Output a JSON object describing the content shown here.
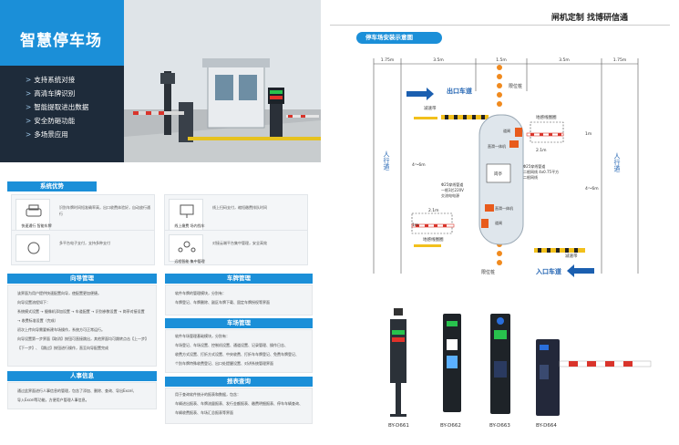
{
  "left": {
    "title": "智慧停车场",
    "features": [
      "支持系统对接",
      "高清车牌识别",
      "智能提取进出数据",
      "安全防砸功能",
      "多场景应用"
    ],
    "advantages_title": "系统优势",
    "advantages": [
      {
        "label": "快速通行 智能车牌",
        "text": "识别车牌时间短准确率高，出口收费体验好，自动放行通行"
      },
      {
        "label": "线上缴费 场内找车",
        "text": "线上扫码支付，缩短缴费排队时间"
      },
      {
        "label": "",
        "text": "多平台电子支付，支持多种支付"
      },
      {
        "label": "远程智能 集中管理",
        "text": "对接云端平台集中管理，安全高效"
      }
    ],
    "guide_title": "向导管理",
    "guide_lines": [
      "该界面为用户提供快速配置向导，使配置更加便捷。",
      "向导设置流程如下：",
      "系统模式设置 → 摄像机添加设置 → 车道配置 → 识别参数设置 → 岗亭对接设置",
      "→ 收费标准设置（完成）",
      "初次上传向导需要新建车场操作，系统方可正常运行。",
      "向导设置第一步界面【取消】按钮可直接跳出，其他界面均可跳转点击【上一步】",
      "【下一步】、【跳过】按钮进行操作，直至向导配置完成"
    ],
    "personnel_title": "人事信息",
    "personnel_lines": [
      "通过此界面进行人事信息的管理，包含了添加、删除、查询、导出Excel、",
      "导入Excel等功能，方便用户管理人事信息。"
    ],
    "vehicle_title": "车牌管理",
    "vehicle_lines": [
      "软件车牌的管理模块，分别有：",
      "车牌登记、车牌删除、副区车牌下载、固定车牌授权等界面"
    ],
    "site_title": "车场管理",
    "site_lines": [
      "软件车场管理基础模块，分别有：",
      "车场登记、车场设置、控制机设置、通道设置、记录管理、操作日志、",
      "收费方式设置、打折方式设置、中央收费、打折车车牌登记、免费车牌登记、",
      "个别车牌特殊收费登记、出口处提醒设置、对讲系统管理界面"
    ],
    "report_title": "报表查询",
    "report_lines": [
      "用于查询软件统计的报表和数据，包含：",
      "车辆进出报表、车牌流量报表、发行金额报表、缴费明细报表、停车车辆查询、",
      "车辆收费报表、车场汇总报表等界面"
    ]
  },
  "right": {
    "brand": "闸机定制 找博研信通",
    "diagram_title": "停车场安装示意图",
    "dims": [
      "1.75m",
      "3.5m",
      "1.5m",
      "3.5m",
      "1.75m"
    ],
    "labels": {
      "exit_lane": "出口车道",
      "entry_lane": "入口车道",
      "sidewalk_left": "人行道",
      "sidewalk_right": "人行道",
      "bollard_top": "限位桩",
      "bollard_bottom": "限位桩",
      "speed_bump_1": "减速带",
      "speed_bump_2": "减速带",
      "loop_1": "地感线圈圈",
      "loop_2": "地感线圈圈",
      "barrier_1": "道闸",
      "barrier_2": "道闸",
      "camera_1": "直滑一体机",
      "camera_2": "直滑一体机",
      "booth": "岗亭",
      "pipe_1": "Φ25穿线管道",
      "pipe_1b": "一根3芯220V",
      "pipe_1c": "交流电电源",
      "pipe_2": "Φ25穿线管道",
      "pipe_2b": "二根网线",
      "pipe_3": "Φ25穿线管道",
      "pipe_3b": "二根网线 4x0.75平方",
      "dim_4_6": "4～6m",
      "dim_1m": "1m",
      "dim_2_1": "2.1m"
    },
    "models": [
      "BY-D661",
      "BY-D662",
      "BY-D663",
      "BY-D664"
    ]
  },
  "colors": {
    "accent": "#1b8fd8",
    "dark": "#1e2b3a"
  }
}
